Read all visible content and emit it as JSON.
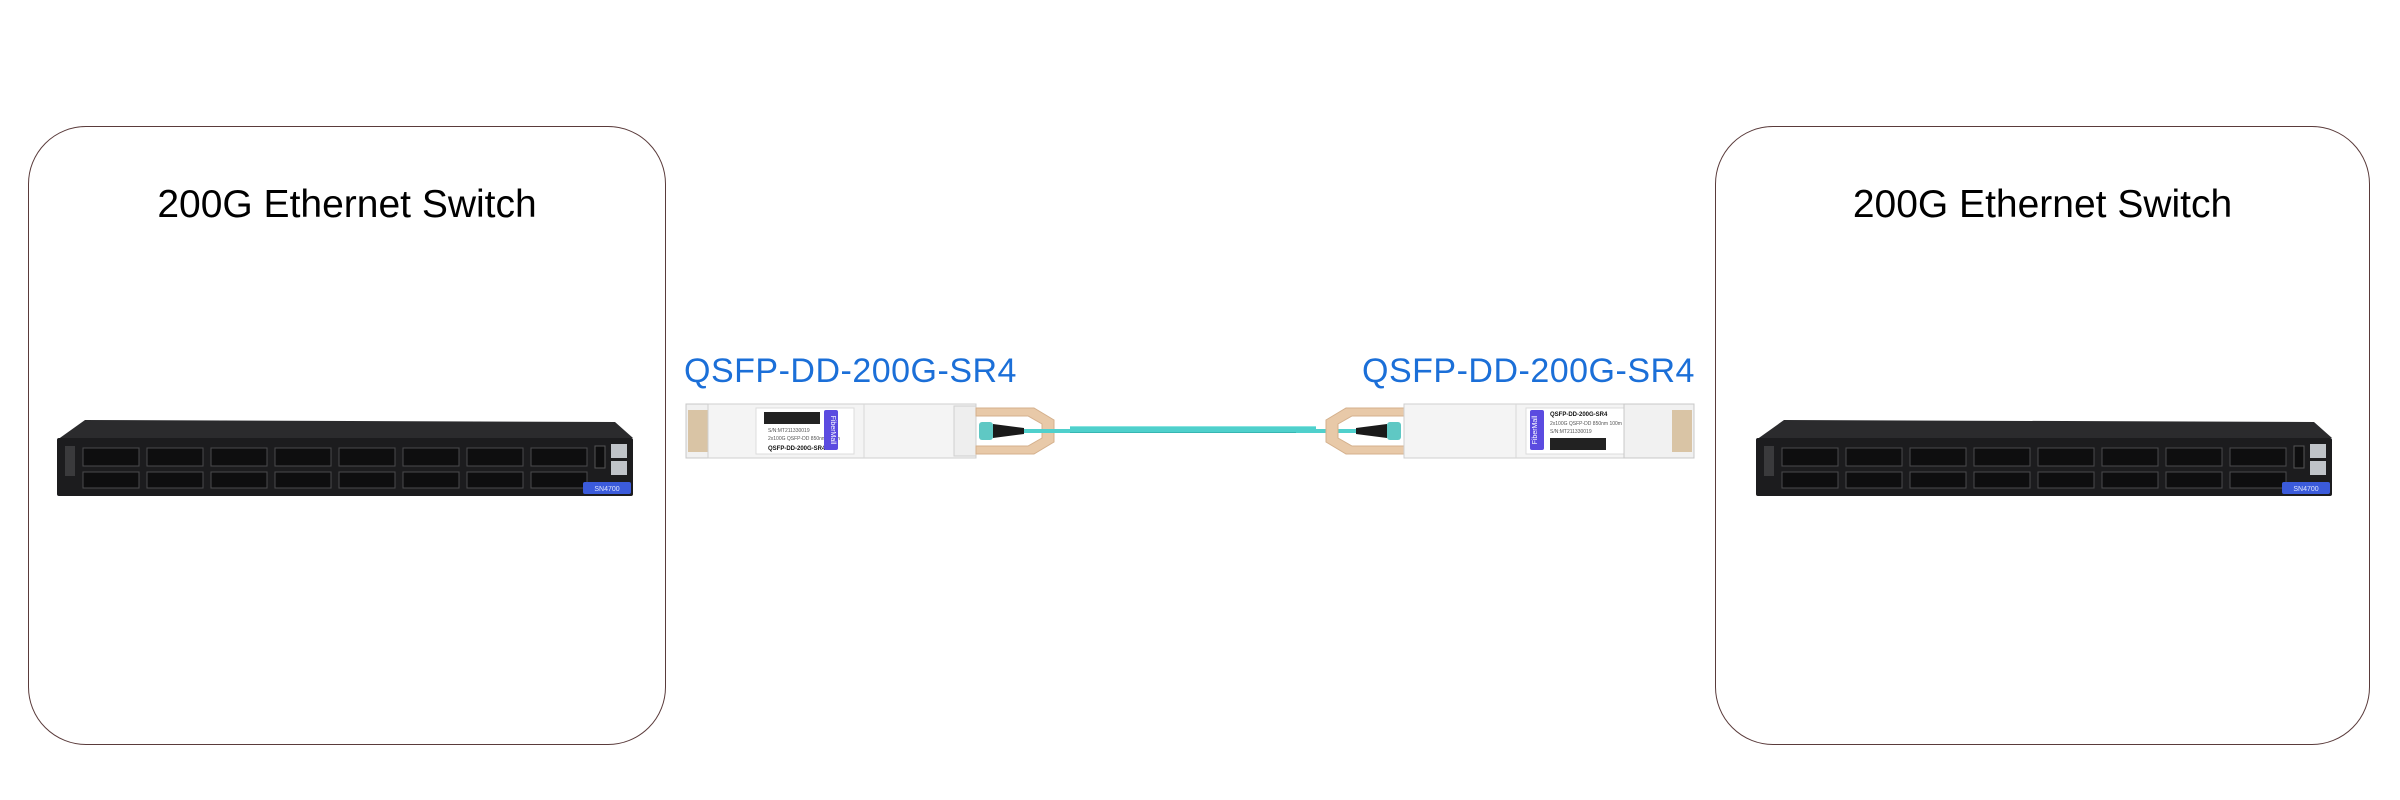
{
  "diagram": {
    "left_device": {
      "title": "200G Ethernet Switch",
      "model_badge": "SN4700"
    },
    "right_device": {
      "title": "200G Ethernet Switch",
      "model_badge": "SN4700"
    },
    "left_module": {
      "label": "QSFP-DD-200G-SR4",
      "brand": "FiberMall",
      "sticker_part": "QSFP-DD-200G-SR4",
      "sticker_desc": "2x100G QSFP-DD 850nm 100m",
      "sticker_sn": "S/N:MT211330019"
    },
    "right_module": {
      "label": "QSFP-DD-200G-SR4",
      "brand": "FiberMall",
      "sticker_part": "QSFP-DD-200G-SR4",
      "sticker_desc": "2x100G QSFP-DD 850nm 100m",
      "sticker_sn": "S/N:MT211330019"
    },
    "cable": {
      "type": "MTP/MPO OM4 fiber",
      "color": "#4fd0cc"
    },
    "colors": {
      "label_blue": "#1b6fd8",
      "box_border": "#5a3b3b",
      "badge_blue": "#3b5bdb",
      "pull_tab": "#e8c9a8"
    }
  }
}
